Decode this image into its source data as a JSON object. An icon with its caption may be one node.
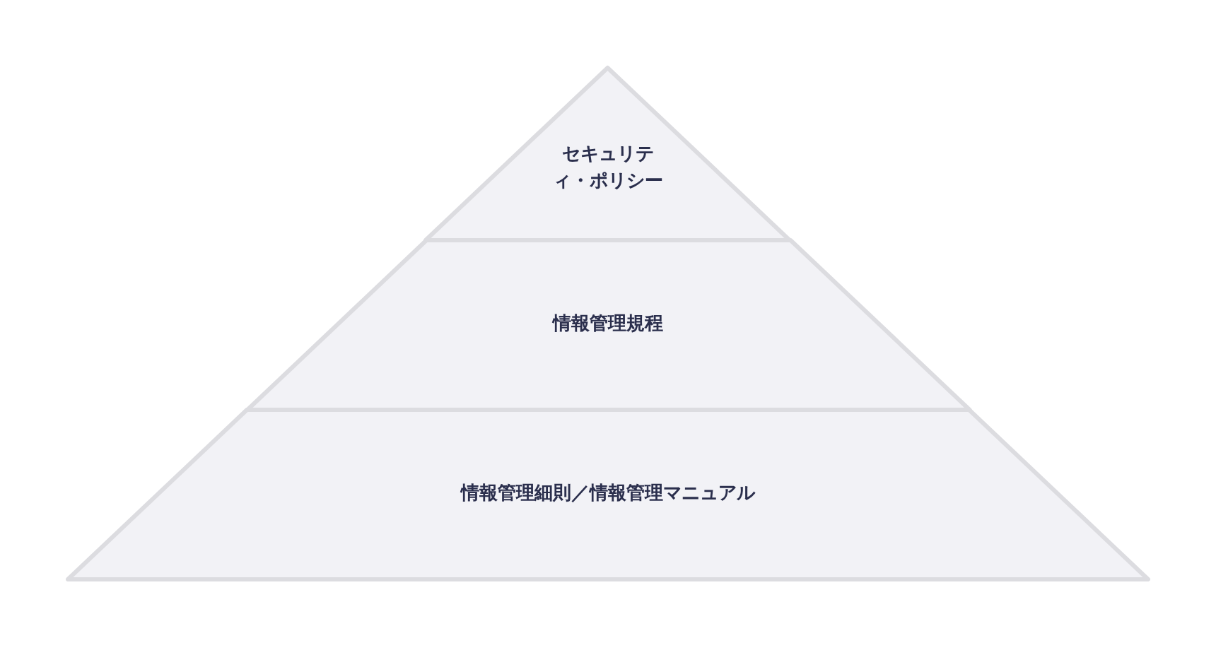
{
  "diagram": {
    "nodes": [
      {
        "text": [
          "セキュリティ・ポリシー"
        ]
      },
      {
        "text": [
          "情報管理規程"
        ]
      },
      {
        "text": [
          "情報管理細則／情報管理マニュアル"
        ]
      }
    ]
  }
}
